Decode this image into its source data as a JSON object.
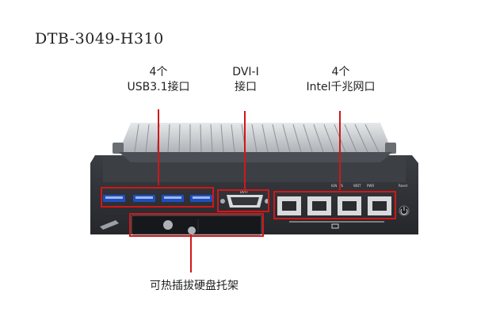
{
  "model": "DTB-3049-H310",
  "callouts": {
    "usb": {
      "line1": "4个",
      "line2": "USB3.1接口"
    },
    "dvi": {
      "line1": "DVI-I",
      "line2": "接口"
    },
    "lan": {
      "line1": "4个",
      "line2": "Intel千兆网口"
    },
    "tray": {
      "line1": "可热插拔硬盘托架"
    }
  },
  "panel_text": {
    "dvi_port": "DVI-I",
    "ign": "IGN",
    "ps": "PS",
    "wdt": "WDT",
    "pwr": "PWR",
    "reset": "Reset"
  },
  "colors": {
    "accent_red": "#d01818",
    "usb_blue": "#1e4fbf",
    "chassis": "#2f3236",
    "heatsink": "#c9cdd1"
  }
}
